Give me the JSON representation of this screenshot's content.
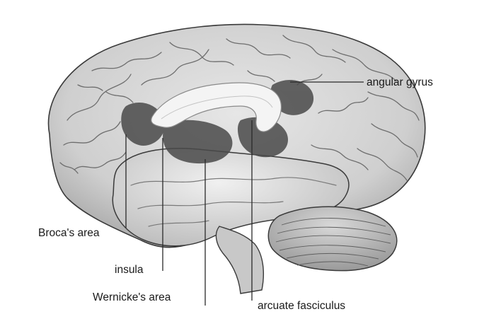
{
  "labels": {
    "angular_gyrus": "angular gyrus",
    "brocas_area": "Broca's area",
    "insula": "insula",
    "wernickes_area": "Wernicke's area",
    "arcuate_fasciculus": "arcuate fasciculus"
  },
  "colors": {
    "background": "#ffffff",
    "brain_fill": "#d6d6d6",
    "brain_outline": "#3a3a3a",
    "dark_region": "#4a4a4a",
    "fasciculus": "#f2f2f2",
    "leader_line": "#2a2a2a"
  }
}
